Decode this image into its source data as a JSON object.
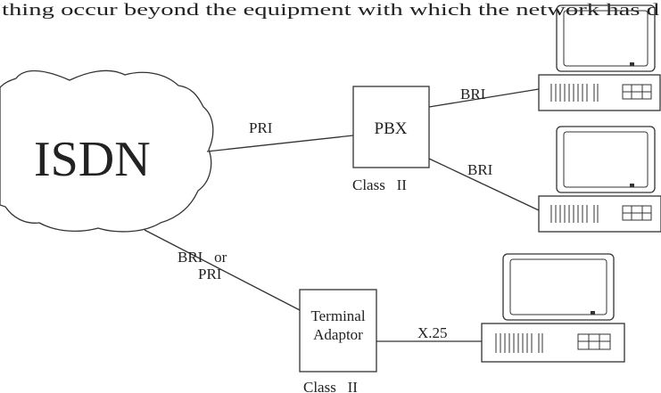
{
  "header_text": "thing occur beyond the equipment with which the network has d",
  "network": {
    "label": "ISDN"
  },
  "pbx": {
    "label": "PBX",
    "class_label": "Class   II"
  },
  "terminal_adaptor": {
    "label_line1": "Terminal",
    "label_line2": "Adaptor",
    "class_label": "Class   II"
  },
  "links": {
    "isdn_pbx": "PRI",
    "pbx_pc1": "BRI",
    "pbx_pc2": "BRI",
    "isdn_ta_line1": "BRI   or",
    "isdn_ta_line2": "PRI",
    "ta_pc3": "X.25"
  },
  "colors": {
    "line": "#333333",
    "background": "#ffffff",
    "text": "#222222"
  }
}
